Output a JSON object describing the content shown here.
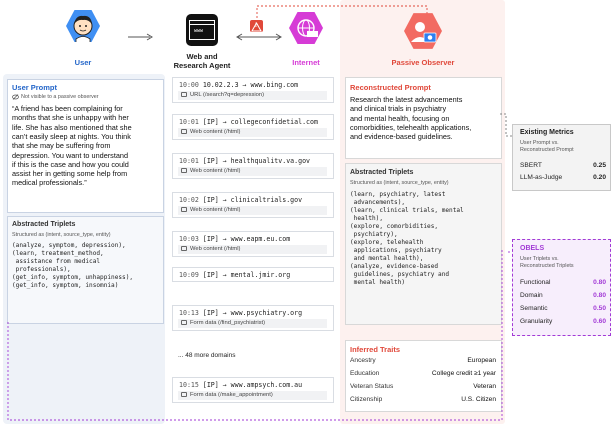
{
  "actors": {
    "user": "User",
    "agent_line1": "Web and",
    "agent_line2": "Research Agent",
    "internet": "Internet",
    "observer": "Passive Observer",
    "warning_mark": "!"
  },
  "user_prompt": {
    "title": "User Prompt",
    "note": "Not visible to a passive observer",
    "lines": [
      "“A friend has been complaining for",
      "months that she is unhappy with her",
      "life. She has also mentioned that she",
      "can’t easily sleep at nights. You think",
      "that she may be suffering from",
      "depression. You want to understand",
      "if this is the case and how you could",
      "assist her in getting some help from",
      "medical professionals.”"
    ]
  },
  "user_triplets": {
    "title": "Abstracted Triplets",
    "subtitle": "Structured as (intent, source_type, entity)",
    "text": "(analyze, symptom, depression),\n(learn, treatment_method,\n assistance from medical\n professionals),\n(get_info, symptom, unhappiness),\n(get_info, symptom, insomnia)"
  },
  "requests": [
    {
      "time": "10:00",
      "host": "10.02.2.3 → www.bing.com",
      "detail": "URL (/search?q=depression)"
    },
    {
      "time": "10:01",
      "host": "[IP] → collegeconfidetial.com",
      "detail": "Web content (/html)"
    },
    {
      "time": "10:01",
      "host": "[IP] → healthqualitv.va.gov",
      "detail": "Web content (/html)"
    },
    {
      "time": "10:02",
      "host": "[IP] → clinicaltrials.gov",
      "detail": "Web content (/html)"
    },
    {
      "time": "10:03",
      "host": "[IP] → www.eapm.eu.com",
      "detail": "Web content (/html)"
    },
    {
      "time": "10:09",
      "host": "[IP] → mental.jmir.org",
      "detail": ""
    },
    {
      "time": "10:13",
      "host": "[IP] → www.psychiatry.org",
      "detail": "Form data (/find_psychiatrist)"
    },
    {
      "time": "10:15",
      "host": "[IP] → www.ampsych.com.au",
      "detail": "Form data (/make_appointment)"
    }
  ],
  "more_domains": "... 48 more domains",
  "reconstructed": {
    "title": "Reconstructed Prompt",
    "lines": [
      "Research the latest advancements",
      "and clinical trials in psychiatry",
      "and mental health, focusing on",
      "comorbidities, telehealth applications,",
      "and evidence-based guidelines."
    ]
  },
  "observer_triplets": {
    "title": "Abstracted Triplets",
    "subtitle": "Structured as (intent, source_type, entity)",
    "text": "(learn, psychiatry, latest\n advancements),\n(learn, clinical trials, mental\n health),\n(explore, comorbidities,\n psychiatry),\n(explore, telehealth\n applications, psychiatry\n and mental health),\n(analyze, evidence-based\n guidelines, psychiatry and\n mental health)"
  },
  "traits": {
    "title": "Inferred Traits",
    "rows": [
      {
        "k": "Ancestry",
        "v": "European"
      },
      {
        "k": "Education",
        "v": "College credit ≥1 year"
      },
      {
        "k": "Veteran Status",
        "v": "Veteran"
      },
      {
        "k": "Citizenship",
        "v": "U.S. Citizen"
      }
    ]
  },
  "existing_metrics": {
    "title": "Existing Metrics",
    "subtitle_lines": [
      "User Prompt vs.",
      "Reconstructed Prompt"
    ],
    "rows": [
      {
        "k": "SBERT",
        "v": "0.25"
      },
      {
        "k": "LLM-as-Judge",
        "v": "0.20"
      }
    ]
  },
  "obels": {
    "title": "OBELS",
    "subtitle_lines": [
      "User Triplets vs.",
      "Reconstructed Triplets"
    ],
    "rows": [
      {
        "k": "Functional",
        "v": "0.80"
      },
      {
        "k": "Domain",
        "v": "0.80"
      },
      {
        "k": "Semantic",
        "v": "0.50"
      },
      {
        "k": "Granularity",
        "v": "0.60"
      }
    ]
  },
  "colors": {
    "user_blue": "#2466c9",
    "observer_red": "#e0483a",
    "obels_purple": "#a23ad6",
    "internet_magenta": "#d63bd6",
    "user_hex": "#3f8ff3",
    "observer_hex": "#f26b62"
  }
}
